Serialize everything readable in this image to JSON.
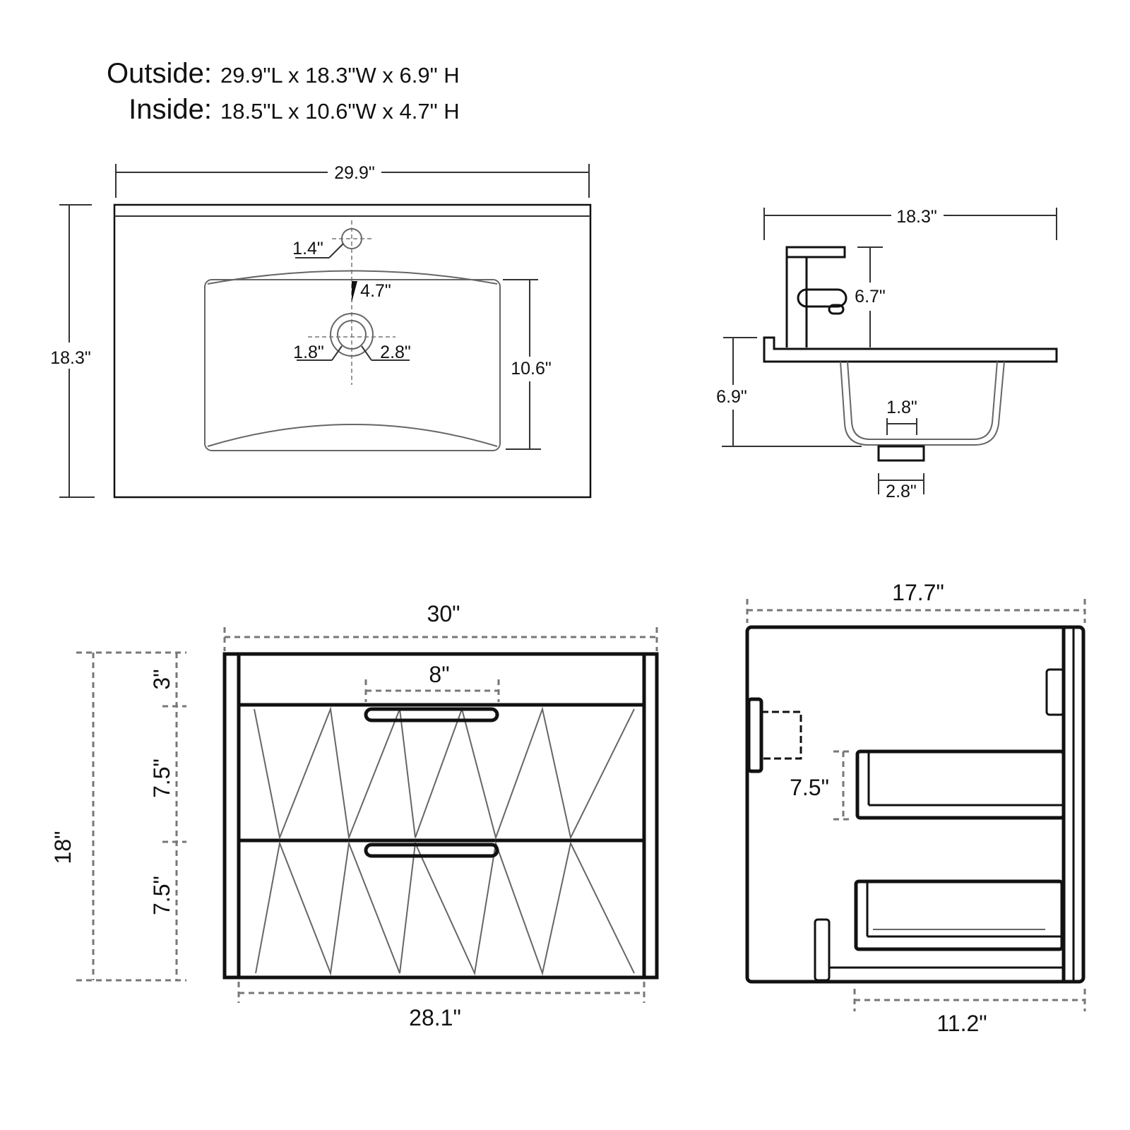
{
  "header": {
    "outside_label": "Outside:",
    "outside_value": "29.9\"L x 18.3\"W x 6.9\" H",
    "inside_label": "Inside:",
    "inside_value": "18.5\"L x 10.6\"W x 4.7\" H"
  },
  "top_view": {
    "width": "29.9\"",
    "depth": "18.3\"",
    "faucet_hole": "1.4\"",
    "bowl_depth": "4.7\"",
    "drain": "1.8\"",
    "drain_outer": "2.8\"",
    "bowl_width": "10.6\""
  },
  "side_sink": {
    "width": "18.3\"",
    "faucet_height": "6.7\"",
    "height": "6.9\"",
    "drain": "1.8\"",
    "drain_outer": "2.8\""
  },
  "front_cabinet": {
    "width": "30\"",
    "inner_width": "28.1\"",
    "handle": "8\"",
    "height": "18\"",
    "top_rail": "3\"",
    "drawer1": "7.5\"",
    "drawer2": "7.5\""
  },
  "side_cabinet": {
    "depth": "17.7\"",
    "drawer_depth": "11.2\"",
    "drawer_height": "7.5\""
  }
}
